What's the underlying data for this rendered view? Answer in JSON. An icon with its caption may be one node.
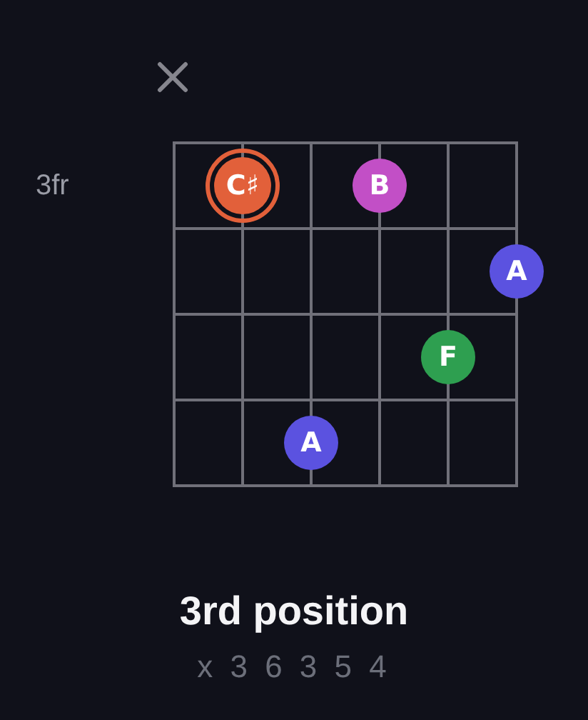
{
  "diagram": {
    "title": "3rd position",
    "caption": "x 3 6 3 5 4",
    "nodes": [
      {
        "text": [
          "C♯"
        ]
      },
      {
        "text": [
          "B"
        ]
      },
      {
        "text": [
          "A"
        ]
      },
      {
        "text": [
          "F"
        ]
      },
      {
        "text": [
          "A"
        ]
      }
    ],
    "labels": [
      "3fr"
    ]
  }
}
